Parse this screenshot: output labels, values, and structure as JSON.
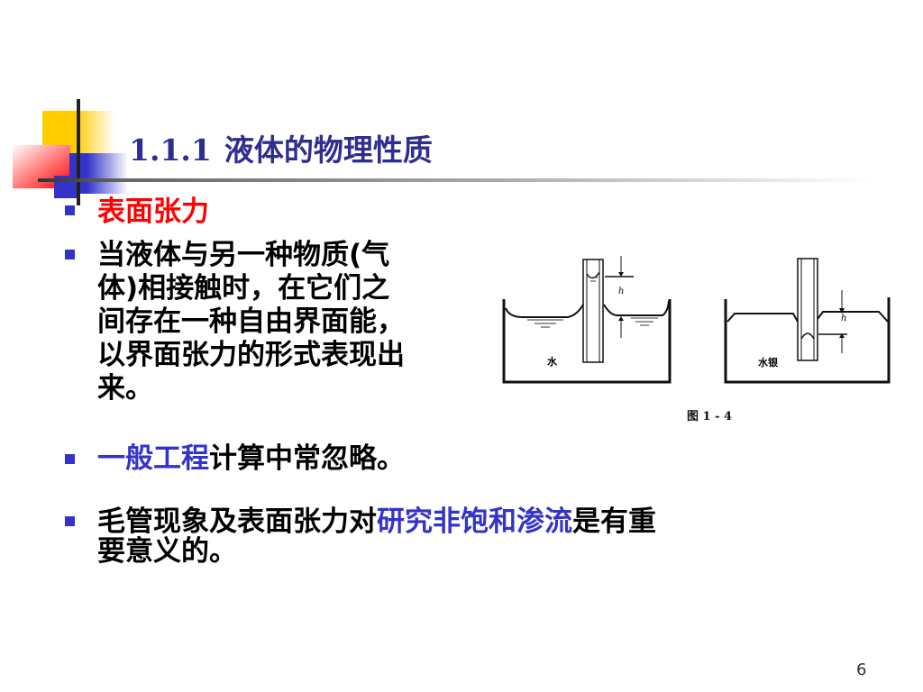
{
  "slide": {
    "title_number": "1.1.1",
    "title_text": "液体的物理性质",
    "page_number": "6",
    "colors": {
      "title": "#2e2e8f",
      "bullet": "#3333cc",
      "highlight_red": "#ff0000",
      "highlight_blue": "#3333cc"
    }
  },
  "bullets": [
    {
      "segments": [
        {
          "text": "表面张力",
          "color": "red"
        }
      ]
    },
    {
      "lines": [
        "当液体与另一种物质(气",
        "体)相接触时，在它们之",
        "间存在一种自由界面能，",
        "以界面张力的形式表现出",
        "来。"
      ]
    },
    {
      "segments": [
        {
          "text": "一般工程",
          "color": "blue"
        },
        {
          "text": "计算中常忽略。",
          "color": "black"
        }
      ]
    },
    {
      "segments": [
        {
          "text": "毛管现象及表面张力对",
          "color": "black"
        },
        {
          "text": "研究非饱和渗流",
          "color": "blue"
        },
        {
          "text": "是有重",
          "color": "black"
        }
      ],
      "line2": "要意义的。"
    }
  ],
  "figure": {
    "caption": "图 1 - 4",
    "left_label": "水",
    "left_height_label": "h",
    "right_label": "水银",
    "right_height_label": "h"
  }
}
